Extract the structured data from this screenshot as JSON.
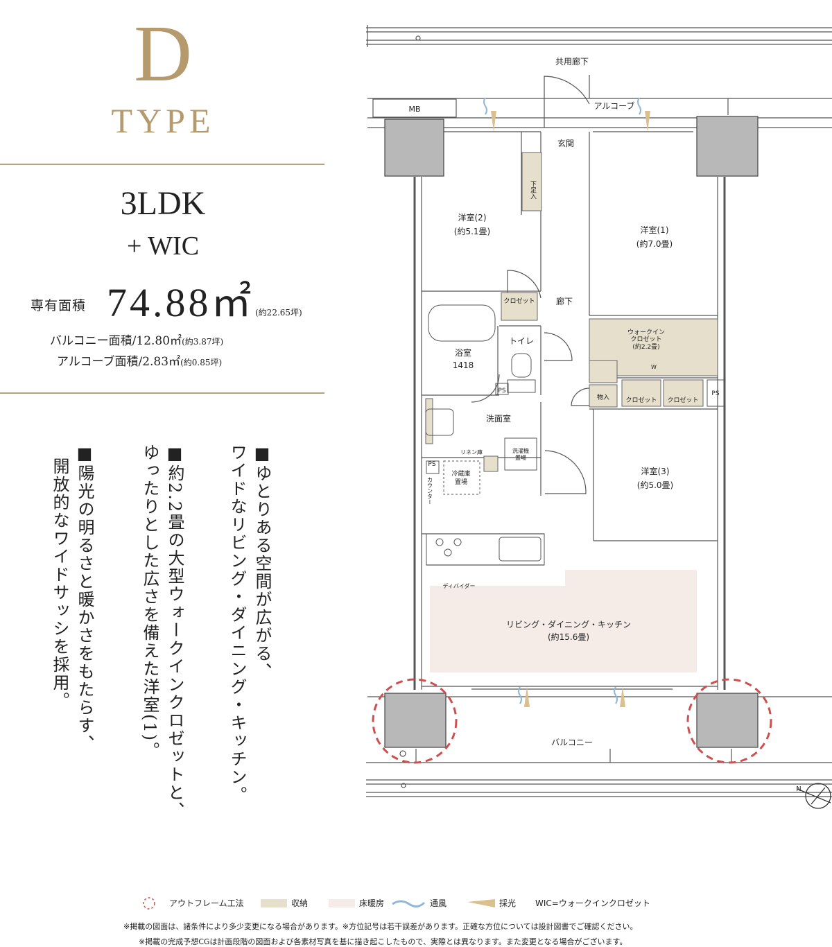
{
  "header": {
    "type_letter": "D",
    "type_word": "TYPE"
  },
  "plan_type": {
    "layout": "3LDK",
    "extra": "+ WIC"
  },
  "area": {
    "label": "専有面積",
    "value": "74.88㎡",
    "tsubo": "(約22.65坪)",
    "balcony": "バルコニー面積/12.80㎡",
    "balcony_tsubo": "(約3.87坪)",
    "alcove": "アルコーブ面積/2.83㎡",
    "alcove_tsubo": "(約0.85坪)"
  },
  "features": [
    {
      "text": "■ゆとりある空間が広がる、",
      "text2": "ワイドなリビング・ダイニング・キッチン。"
    },
    {
      "text": "■約2.2畳の大型ウォークインクロゼットと、",
      "text2": "ゆったりとした広さを備えた洋室(1)。"
    },
    {
      "text": "■陽光の明るさと暖かさをもたらす、",
      "text2": "開放的なワイドサッシを採用。"
    }
  ],
  "floor_plan": {
    "common_corridor": "共用廊下",
    "mb": "MB",
    "alcove": "アルコーブ",
    "entrance": "玄関",
    "shoe_storage": "下足入",
    "room2": "洋室(2)",
    "room2_size": "(約5.1畳)",
    "room1": "洋室(1)",
    "room1_size": "(約7.0畳)",
    "closet": "クロゼット",
    "hallway": "廊下",
    "walkin": "ウォークイン",
    "walkin2": "クロゼット",
    "walkin_size": "(約2.2畳)",
    "w": "W",
    "bath": "浴室",
    "bath_size": "1418",
    "toilet": "トイレ",
    "ps": "PS",
    "storage": "物入",
    "closet_a": "クロゼット",
    "closet_b": "クロゼット",
    "washroom": "洗面室",
    "linen": "リネン庫",
    "washer_line1": "洗濯機",
    "washer_line2": "置場",
    "fridge_line1": "冷蔵庫",
    "fridge_line2": "置場",
    "counter": "カウンター",
    "room3": "洋室(3)",
    "room3_size": "(約5.0畳)",
    "divider": "ディバイダー",
    "ldk": "リビング・ダイニング・キッチン",
    "ldk_size": "(約15.6畳)",
    "balcony": "バルコニー",
    "north": "N"
  },
  "legend": {
    "outframe": "アウトフレーム工法",
    "storage": "収納",
    "floor_heating": "床暖房",
    "ventilation": "通風",
    "daylight": "採光",
    "wic": "WIC=ウォークインクロゼット"
  },
  "notes": [
    "※掲載の図面は、諸条件により多少変更になる場合があります。※方位記号は若干誤差があります。正確な方位については設計図書でご確認ください。",
    "※掲載の完成予想CGは計画段階の図面および各素材写真を基に描き起こしたもので、実際とは異なります。また変更となる場合がございます。"
  ],
  "colors": {
    "gold": "#b59a6e",
    "storage": "#e6dfcc",
    "floor_heating": "#f5ece8",
    "pillar": "#b8b8b8",
    "outframe_circle": "#cf4f4f",
    "wind": "#8fb8d8",
    "light": "#d9c08e"
  }
}
